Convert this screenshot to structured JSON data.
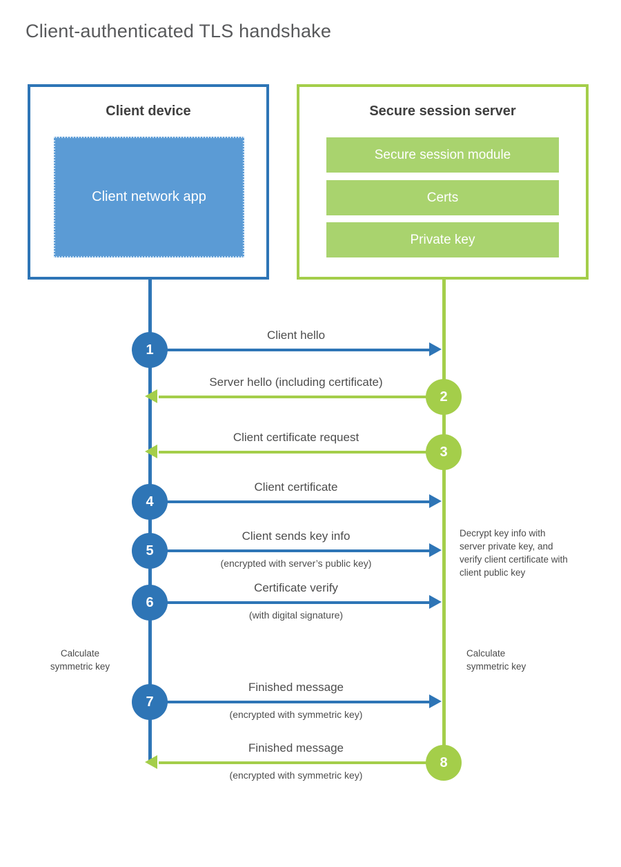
{
  "title": "Client-authenticated TLS handshake",
  "colors": {
    "blue_line": "#2e75b6",
    "blue_fill": "#5b9bd5",
    "green_line": "#a4ce4a",
    "green_fill": "#a9d36e"
  },
  "client": {
    "title": "Client device",
    "app": "Client network app"
  },
  "server": {
    "title": "Secure session server",
    "modules": [
      "Secure session module",
      "Certs",
      "Private key"
    ]
  },
  "steps": [
    {
      "num": "1",
      "label": "Client hello",
      "direction": "client-to-server"
    },
    {
      "num": "2",
      "label": "Server hello (including certificate)",
      "direction": "server-to-client"
    },
    {
      "num": "3",
      "label": "Client certificate request",
      "direction": "server-to-client"
    },
    {
      "num": "4",
      "label": "Client certificate",
      "direction": "client-to-server"
    },
    {
      "num": "5",
      "label": "Client sends key info",
      "sublabel": "(encrypted with server’s public key)",
      "direction": "client-to-server"
    },
    {
      "num": "6",
      "label": "Certificate verify",
      "sublabel": "(with digital signature)",
      "direction": "client-to-server"
    },
    {
      "num": "7",
      "label": "Finished message",
      "sublabel": "(encrypted with symmetric key)",
      "direction": "client-to-server"
    },
    {
      "num": "8",
      "label": "Finished message",
      "sublabel": "(encrypted with symmetric key)",
      "direction": "server-to-client"
    }
  ],
  "notes": {
    "decrypt": "Decrypt key info with server private key, and verify client certificate with client public key",
    "calc_left": "Calculate symmetric key",
    "calc_right": "Calculate symmetric key"
  }
}
